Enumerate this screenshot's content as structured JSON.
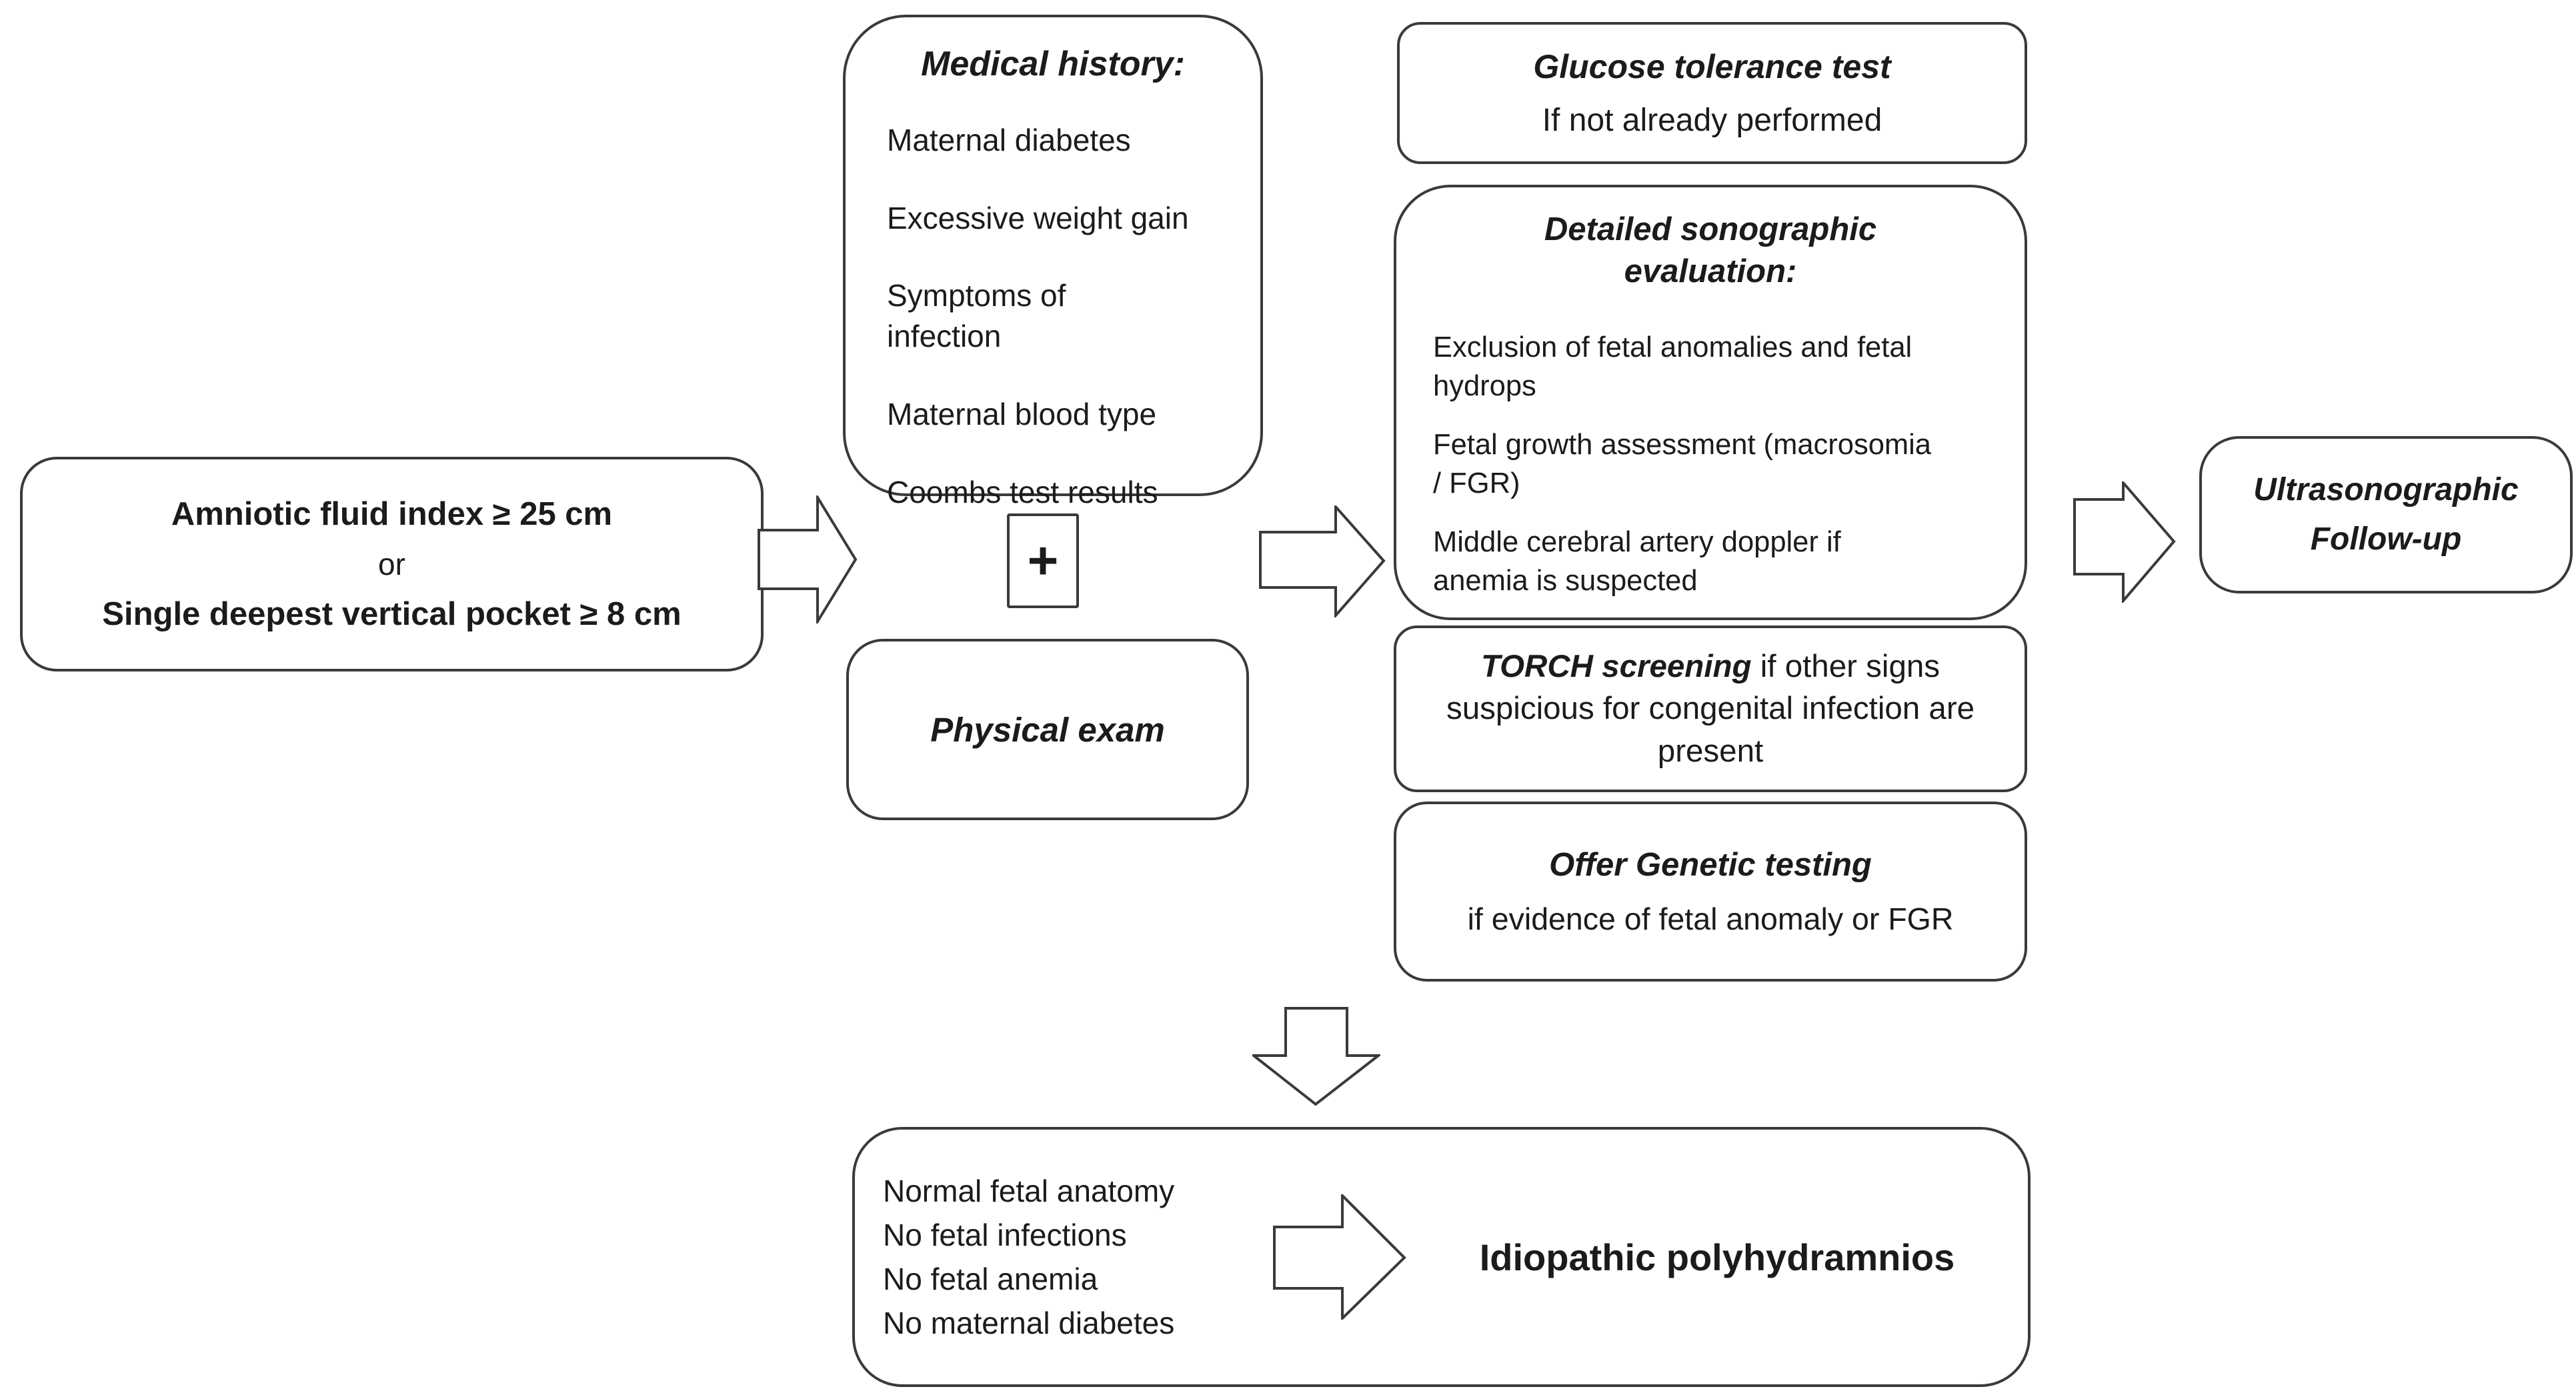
{
  "figure": {
    "background": "#ffffff",
    "line_color": "#3a3a3a",
    "text_color": "#1b1b1b"
  },
  "entry_box": {
    "line1": "Amniotic fluid index ≥ 25 cm",
    "line2": "or",
    "line3": "Single deepest vertical pocket ≥ 8 cm"
  },
  "medical_history_box": {
    "title": "Medical history:",
    "items": [
      "Maternal diabetes",
      "Excessive weight gain",
      "Symptoms of\ninfection",
      "Maternal blood type",
      "Coombs test results"
    ]
  },
  "plus_symbol": "+",
  "physical_exam_box": {
    "label": "Physical exam"
  },
  "glucose_box": {
    "title": "Glucose tolerance test",
    "note": "If not already performed"
  },
  "sonographic_box": {
    "title": "Detailed sonographic\nevaluation:",
    "items": [
      "Exclusion of fetal anomalies and fetal\nhydrops",
      "Fetal growth assessment (macrosomia\n/ FGR)",
      "Middle cerebral artery doppler if\nanemia is suspected"
    ]
  },
  "torch_box": {
    "emphasis": "TORCH screening",
    "rest": " if other signs suspicious for congenital infection are present"
  },
  "genetic_box": {
    "title": "Offer Genetic testing",
    "note": "if evidence of fetal anomaly or FGR"
  },
  "followup_box": {
    "label": "Ultrasonographic\nFollow-up"
  },
  "idiopathic_box": {
    "criteria": [
      "Normal fetal anatomy",
      "No fetal infections",
      "No fetal anemia",
      "No maternal diabetes"
    ],
    "result": "Idiopathic polyhydramnios"
  }
}
